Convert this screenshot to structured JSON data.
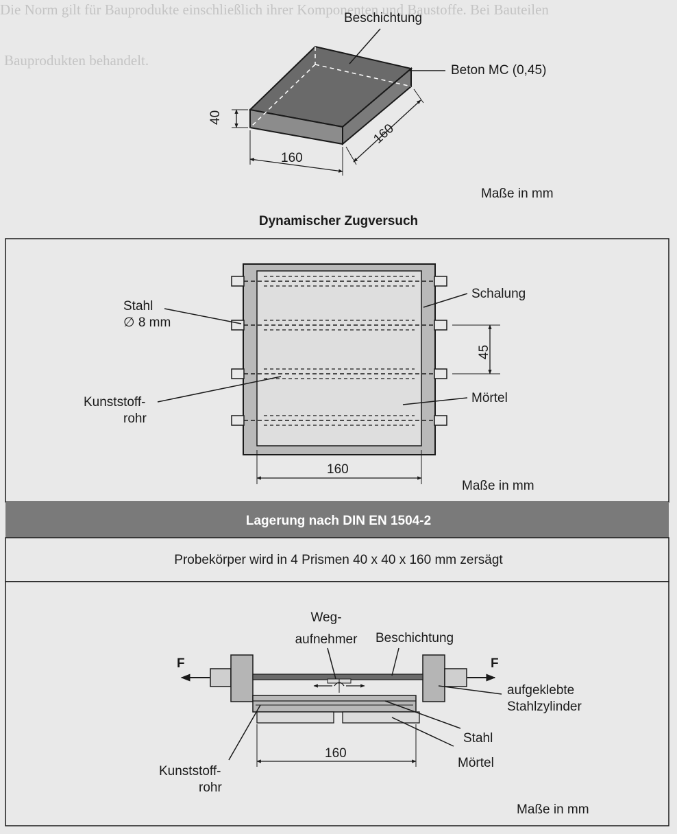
{
  "background_text": [
    "Die Norm gilt für Bauprodukte einschließlich ihrer Komponenten und Baustoffe. Bei Bauteilen",
    "Bauprodukten behandelt."
  ],
  "top": {
    "coating_label": "Beschichtung",
    "concrete_label": "Beton MC (0,45)",
    "dim_height": "40",
    "dim_width": "160",
    "dim_depth": "160",
    "units": "Maße in mm"
  },
  "tensile": {
    "title": "Dynamischer Zugversuch",
    "steel_label_1": "Stahl",
    "steel_label_2": "∅ 8 mm",
    "formwork_label": "Schalung",
    "pipe_label_1": "Kunststoff-",
    "pipe_label_2": "rohr",
    "mortar_label": "Mörtel",
    "dim_spacing": "45",
    "dim_width": "160",
    "units": "Maße in mm"
  },
  "storage": {
    "band_title": "Lagerung nach DIN EN 1504-2",
    "note": "Probekörper wird in 4 Prismen 40 x 40 x 160 mm zersägt"
  },
  "bottom": {
    "sensor_label_1": "Weg-",
    "sensor_label_2": "aufnehmer",
    "coating_label": "Beschichtung",
    "force_left": "F",
    "force_right": "F",
    "cylinder_label_1": "aufgeklebte",
    "cylinder_label_2": "Stahlzylinder",
    "pipe_label_1": "Kunststoff-",
    "pipe_label_2": "rohr",
    "steel_label": "Stahl",
    "mortar_label": "Mörtel",
    "dim_width": "160",
    "units": "Maße in mm"
  },
  "colors": {
    "fill_dark": "#6e6e6e",
    "fill_mid": "#b5b5b5",
    "fill_light": "#d8d8d8",
    "band": "#7a7a7a"
  }
}
